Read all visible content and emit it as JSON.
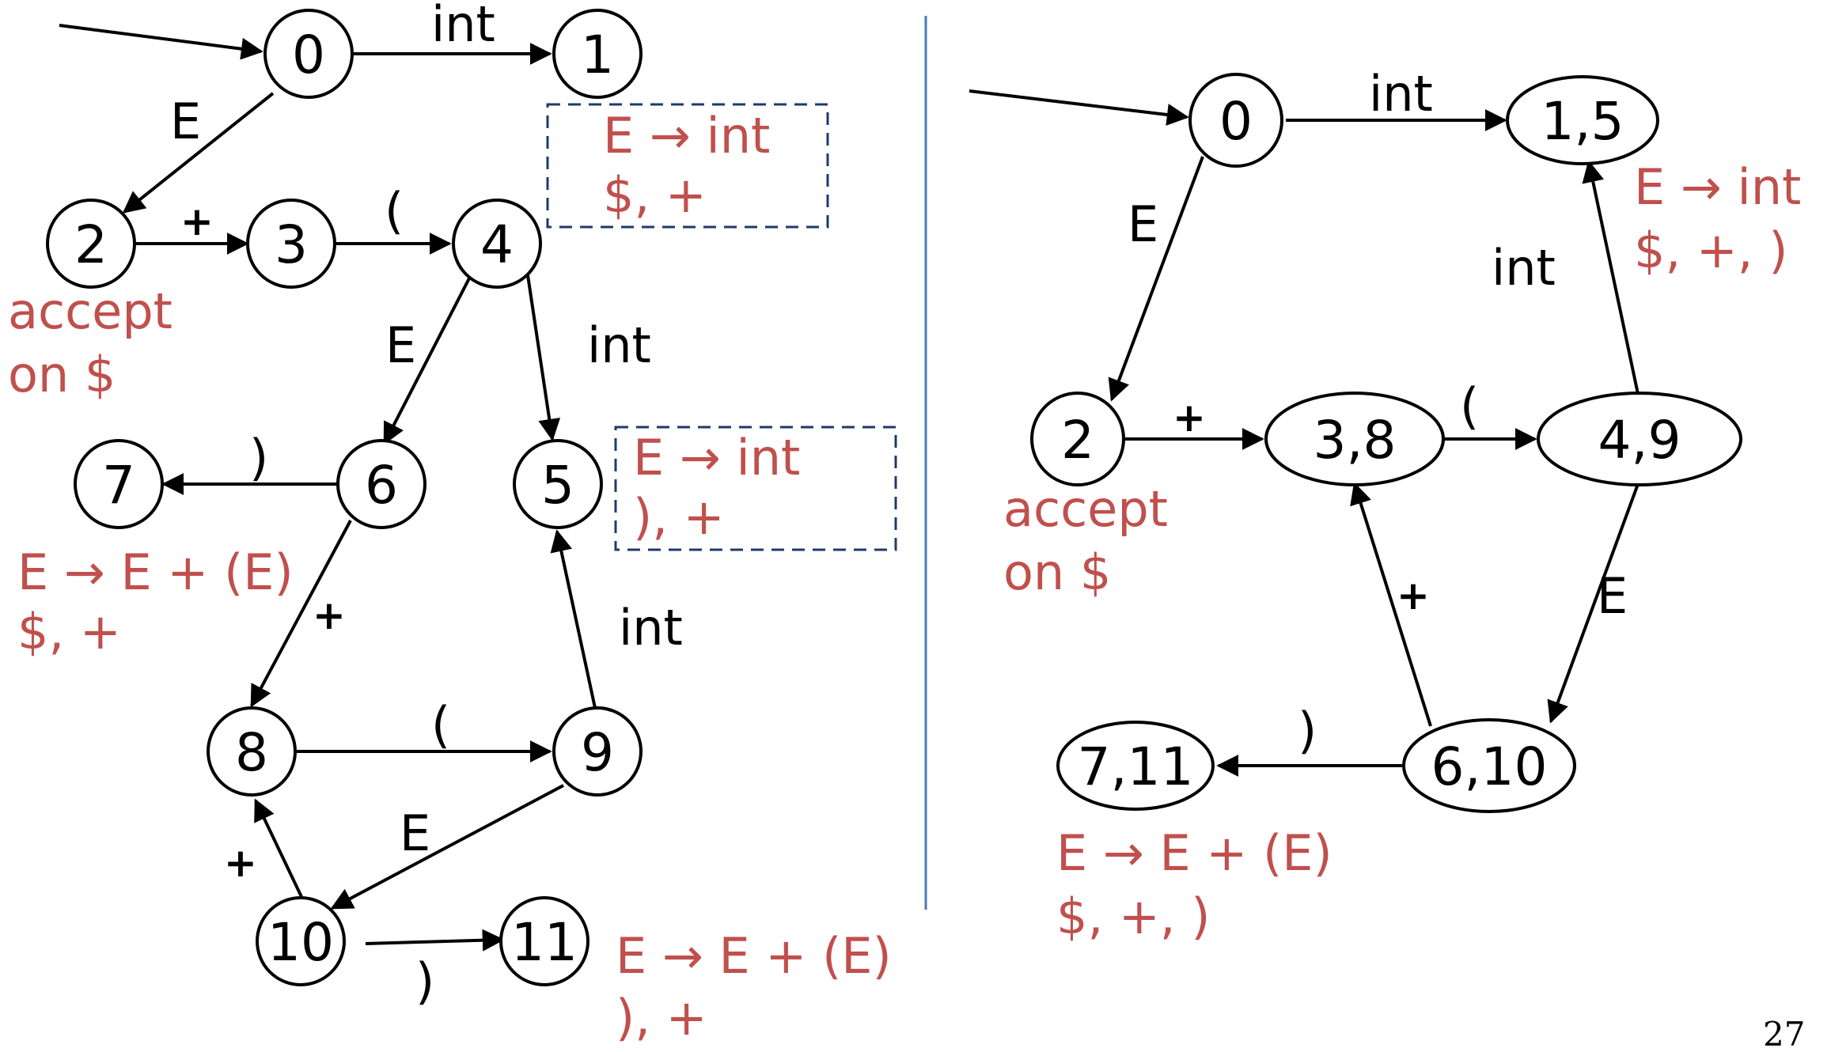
{
  "colors": {
    "edge": "#000000",
    "annotation": "#c0504d",
    "box": "#1f3a68",
    "divider": "#4a7ab5"
  },
  "left": {
    "nodes": {
      "n0": "0",
      "n1": "1",
      "n2": "2",
      "n3": "3",
      "n4": "4",
      "n5": "5",
      "n6": "6",
      "n7": "7",
      "n8": "8",
      "n9": "9",
      "n10": "10",
      "n11": "11"
    },
    "edges": {
      "e0_1": "int",
      "e0_2": "E",
      "e2_3": "+",
      "e3_4": "(",
      "e4_6": "E",
      "e4_5": "int",
      "e6_7": ")",
      "e6_8": "+",
      "e8_9": "(",
      "e9_5": "int",
      "e9_10": "E",
      "e10_8": "+",
      "e10_11": ")"
    },
    "annotations": {
      "n1_rule": "E → int",
      "n1_look": "$, +",
      "n2_accept1": "accept",
      "n2_accept2": "on $",
      "n5_rule": "E → int",
      "n5_look": "), +",
      "n7_rule": "E → E + (E)",
      "n7_look": "$, +",
      "n11_rule": "E → E + (E)",
      "n11_look": "), +"
    }
  },
  "right": {
    "nodes": {
      "n0": "0",
      "n15": "1,5",
      "n2": "2",
      "n38": "3,8",
      "n49": "4,9",
      "n610": "6,10",
      "n711": "7,11"
    },
    "edges": {
      "e0_15": "int",
      "e0_2": "E",
      "e2_38": "+",
      "e38_49": "(",
      "e49_15": "int",
      "e49_610": "E",
      "e610_38": "+",
      "e610_711": ")"
    },
    "annotations": {
      "n15_rule": "E → int",
      "n15_look": "$, +, )",
      "n2_accept1": "accept",
      "n2_accept2": "on $",
      "n711_rule": "E → E + (E)",
      "n711_look": "$, +, )"
    }
  },
  "page_number": "27"
}
